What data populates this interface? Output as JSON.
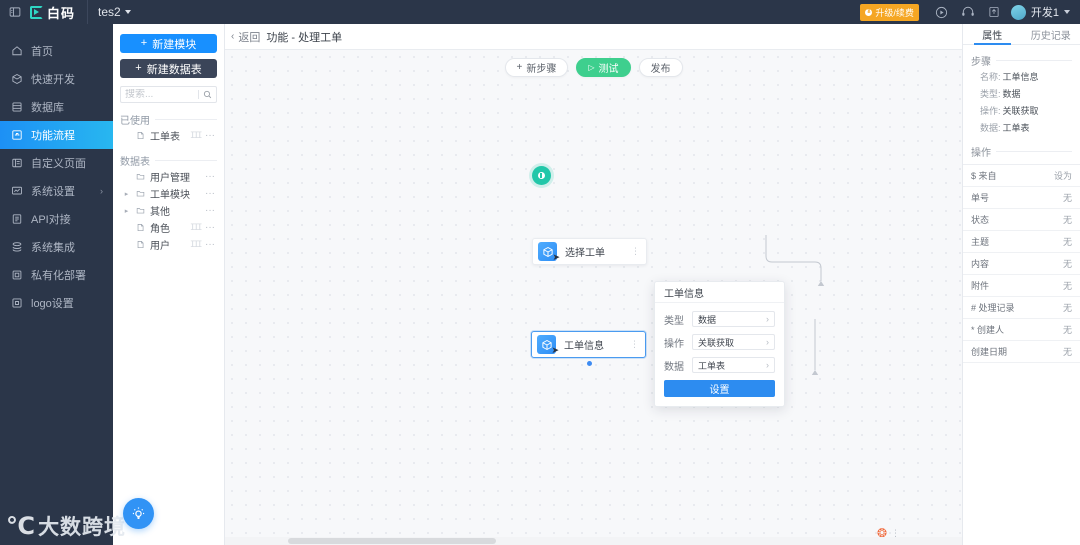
{
  "topbar": {
    "collapse_icon": "collapse-icon",
    "logo_text": "白码",
    "project_name": "tes2",
    "upgrade_badge": "升级/续费",
    "badge_icon": "coin-icon",
    "icons": [
      "play-circle-icon",
      "headset-icon",
      "export-icon"
    ],
    "username": "开发1"
  },
  "sidebar": {
    "items": [
      {
        "label": "首页",
        "icon": "home-icon",
        "active": false,
        "expandable": false
      },
      {
        "label": "快速开发",
        "icon": "cube-icon",
        "active": false,
        "expandable": false
      },
      {
        "label": "数据库",
        "icon": "database-icon",
        "active": false,
        "expandable": false
      },
      {
        "label": "功能流程",
        "icon": "flow-icon",
        "active": true,
        "expandable": false
      },
      {
        "label": "自定义页面",
        "icon": "page-icon",
        "active": false,
        "expandable": false
      },
      {
        "label": "系统设置",
        "icon": "settings-icon",
        "active": false,
        "expandable": true
      },
      {
        "label": "API对接",
        "icon": "api-icon",
        "active": false,
        "expandable": false
      },
      {
        "label": "系统集成",
        "icon": "integration-icon",
        "active": false,
        "expandable": false
      },
      {
        "label": "私有化部署",
        "icon": "deploy-icon",
        "active": false,
        "expandable": false
      },
      {
        "label": "logo设置",
        "icon": "logo-icon",
        "active": false,
        "expandable": false
      }
    ],
    "watermark_mark": "℃",
    "watermark_text": "大数跨境"
  },
  "panel": {
    "new_module_btn": "新建模块",
    "new_table_btn": "新建数据表",
    "plus": "+",
    "search_placeholder": "搜索...",
    "search_value": "",
    "search_icon": "search-icon",
    "sections": [
      {
        "title": "已使用",
        "rows": [
          {
            "label": "工单表",
            "icon": "file-icon",
            "arrow": false,
            "tag": "ⵊⵊⵊ",
            "dots": "···"
          }
        ]
      },
      {
        "title": "数据表",
        "rows": [
          {
            "label": "用户管理",
            "icon": "folder-icon",
            "arrow": false,
            "tag": "",
            "dots": "···"
          },
          {
            "label": "工单模块",
            "icon": "folder-icon",
            "arrow": true,
            "tag": "",
            "dots": "···"
          },
          {
            "label": "其他",
            "icon": "folder-icon",
            "arrow": true,
            "tag": "",
            "dots": "···"
          },
          {
            "label": "角色",
            "icon": "file-icon",
            "arrow": false,
            "tag": "ⵊⵊⵊ",
            "dots": "···"
          },
          {
            "label": "用户",
            "icon": "file-icon",
            "arrow": false,
            "tag": "ⵊⵊⵊ",
            "dots": "···"
          }
        ]
      }
    ]
  },
  "breadcrumb": {
    "back_label": "返回",
    "back_chevron": "‹",
    "title": "功能 - 处理工单"
  },
  "canvas": {
    "toolbar": {
      "add_step": "新步骤",
      "add_step_plus": "+",
      "test": "测试",
      "test_icon": "play-icon",
      "publish": "发布"
    },
    "nodes": [
      {
        "label": "选择工单",
        "icon": "cube-icon",
        "selected": false,
        "dots": "⋮"
      },
      {
        "label": "工单信息",
        "icon": "cube-icon",
        "selected": true,
        "dots": "⋮"
      }
    ],
    "start_node_icon": "flag-icon",
    "mini_dots": "⋮",
    "mini_logo_icon": "brand-icon"
  },
  "popup": {
    "title": "工单信息",
    "fields": [
      {
        "label": "类型",
        "value": "数据",
        "arrow": "›"
      },
      {
        "label": "操作",
        "value": "关联获取",
        "arrow": "›"
      },
      {
        "label": "数据",
        "value": "工单表",
        "arrow": "›"
      }
    ],
    "confirm_btn": "设置"
  },
  "rightpanel": {
    "tabs": [
      {
        "label": "属性",
        "active": true
      },
      {
        "label": "历史记录",
        "active": false
      }
    ],
    "step_section_title": "步骤",
    "step_fields": [
      {
        "key": "名称:",
        "value": "工单信息"
      },
      {
        "key": "类型:",
        "value": "数据"
      },
      {
        "key": "操作:",
        "value": "关联获取"
      },
      {
        "key": "数据:",
        "value": "工单表"
      }
    ],
    "action_section_title": "操作",
    "action_rows": [
      {
        "key": "$ 来自",
        "value": "设为"
      },
      {
        "key": "单号",
        "value": "无"
      },
      {
        "key": "状态",
        "value": "无"
      },
      {
        "key": "主题",
        "value": "无"
      },
      {
        "key": "内容",
        "value": "无"
      },
      {
        "key": "附件",
        "value": "无"
      },
      {
        "key": "# 处理记录",
        "value": "无"
      },
      {
        "key": "* 创建人",
        "value": "无"
      },
      {
        "key": "创建日期",
        "value": "无"
      }
    ]
  },
  "colors": {
    "nav_bg": "#2b3649",
    "accent": "#1890ff",
    "active_nav": "#28b7f0",
    "test_green": "#3ecf8e",
    "start_node": "#22c7a9",
    "badge_orange": "#f5a623"
  }
}
